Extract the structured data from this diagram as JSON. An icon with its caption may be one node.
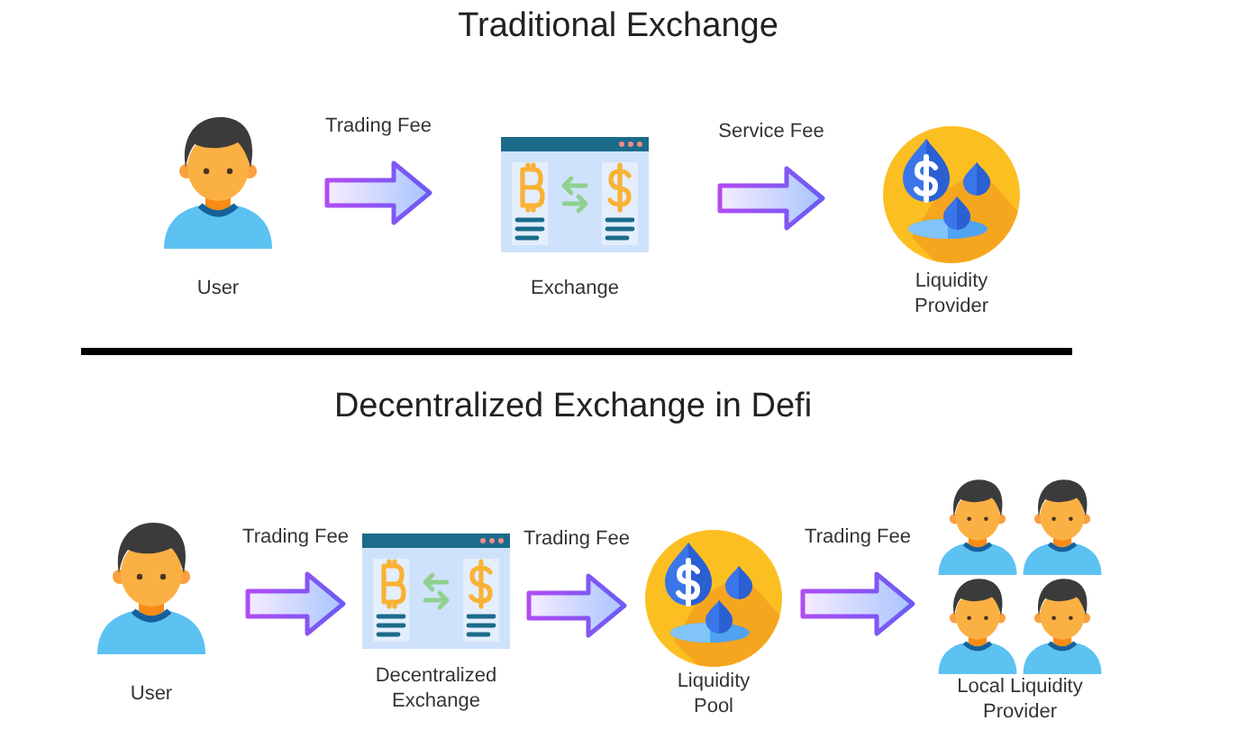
{
  "diagram": {
    "nodes": [
      {
        "text": [
          "User"
        ]
      },
      {
        "text": [
          "Exchange"
        ]
      },
      {
        "text": [
          "Liquidity Provider"
        ]
      },
      {
        "text": [
          "User"
        ]
      },
      {
        "text": [
          "Decentralized Exchange"
        ]
      },
      {
        "text": [
          "Liquidity Pool"
        ]
      },
      {
        "text": [
          "Local Liquidity Provider"
        ]
      }
    ],
    "edges": [
      {
        "from": 0,
        "to": 1,
        "arrow": "to",
        "label": "Trading Fee"
      },
      {
        "from": 1,
        "to": 2,
        "arrow": "to",
        "label": "Service Fee"
      },
      {
        "from": 3,
        "to": 4,
        "arrow": "to",
        "label": "Trading Fee"
      },
      {
        "from": 4,
        "to": 5,
        "arrow": "to",
        "label": "Trading Fee"
      },
      {
        "from": 5,
        "to": 6,
        "arrow": "to",
        "label": "Trading Fee"
      }
    ],
    "labels": [
      "Traditional Exchange",
      "Decentralized Exchange in Defi"
    ]
  }
}
